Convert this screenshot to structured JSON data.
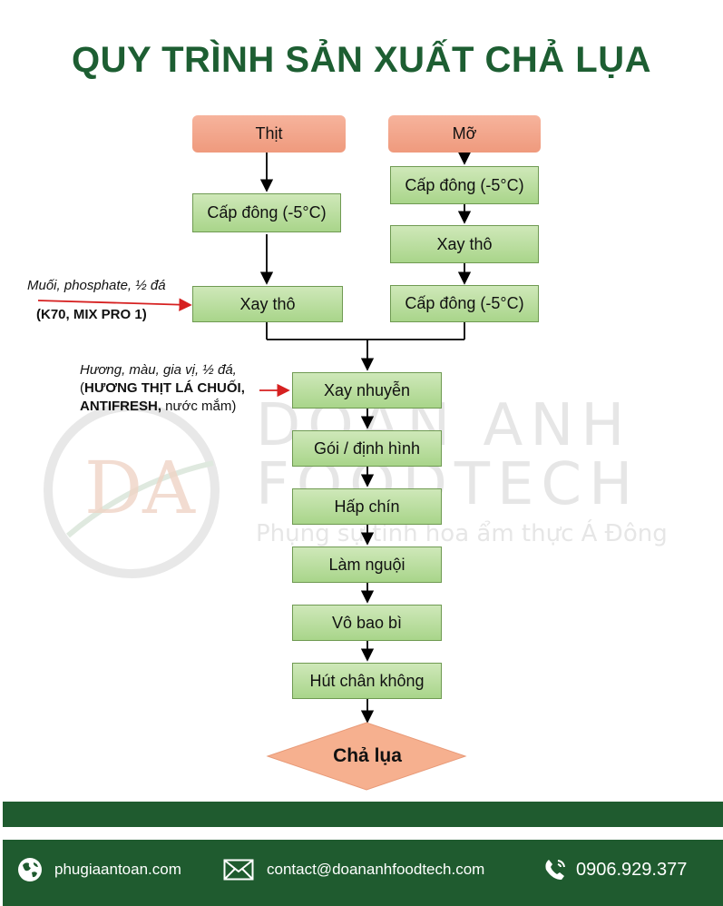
{
  "title": "QUY TRÌNH SẢN XUẤT CHẢ LỤA",
  "sources": {
    "left": "Thịt",
    "right": "Mỡ"
  },
  "left_steps": [
    "Cấp đông (-5°C)",
    "Xay thô"
  ],
  "right_steps": [
    "Cấp đông (-5°C)",
    "Xay thô",
    "Cấp đông (-5°C)"
  ],
  "main_steps": [
    "Xay nhuyễn",
    "Gói / định hình",
    "Hấp chín",
    "Làm nguội",
    "Vô bao bì",
    "Hút chân không"
  ],
  "final": "Chả lụa",
  "note1": {
    "line1": "Muối, phosphate, ½ đá",
    "line2": "(K70, MIX PRO 1)"
  },
  "note2": {
    "line1": "Hương, màu, gia vị, ½ đá,",
    "line2_open": "(",
    "line2_bold": "HƯƠNG THỊT LÁ CHUỐI,",
    "line3_bold": "ANTIFRESH,",
    "line3_rest": " nước mắm)"
  },
  "watermark": {
    "logo": "DA",
    "line1": "DOAN ANH",
    "line2": "FOODTECH",
    "tagline": "Phụng sự tinh hoa ẩm thực Á Đông"
  },
  "footer": {
    "website": "phugiaantoan.com",
    "email": "contact@doananhfoodtech.com",
    "phone": "0906.929.377"
  },
  "colors": {
    "title": "#1d5e32",
    "band": "#1f5b2f",
    "source_box": "#f4a98d",
    "step_box": "#b9dd9c",
    "final_shape": "#f6b08f",
    "note_arrow": "#d62020"
  }
}
